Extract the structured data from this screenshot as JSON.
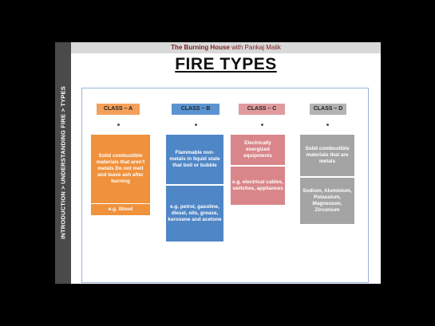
{
  "header": {
    "brand": "The Burning House",
    "presenter": " with Pankaj Malik"
  },
  "sidebar": {
    "breadcrumb": "INTRODUCTION > UNDERSTANDING FIRE > TYPES"
  },
  "title": "FIRE TYPES",
  "classes": [
    {
      "label": "CLASS – A",
      "description": "Solid combustible materials that aren't metals Do not melt and leave ash after burning",
      "example": "e.g. Wood",
      "color": "#f0913c",
      "head_color": "#f4a05a"
    },
    {
      "label": "CLASS – B",
      "description": "Flammable non-metals in liquid state that boil or bubble",
      "example": "e.g. petrol, gasoline, diesel, oils, grease, kerosene and acetone",
      "color": "#4f86c6",
      "head_color": "#5b93d1"
    },
    {
      "label": "CLASS – C",
      "description": "Electrically energized equipments",
      "example": "e.g. electrical cables, switches, appliances",
      "color": "#d9868a",
      "head_color": "#e09a9d"
    },
    {
      "label": "CLASS – D",
      "description": "Solid combustible materials that are metals",
      "example": "Sodium, Aluminium, Potassium, Magnesium, Zirconium",
      "color": "#a4a4a4",
      "head_color": "#b3b3b3"
    }
  ]
}
